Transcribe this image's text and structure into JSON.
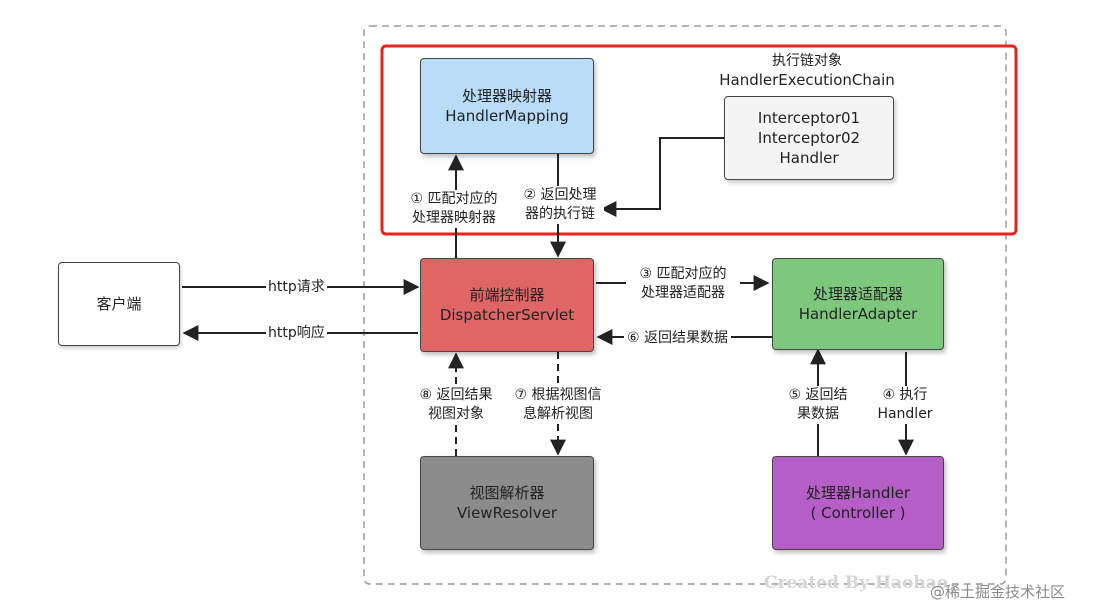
{
  "boxes": {
    "client": {
      "label": "客户端"
    },
    "handler_mapping": {
      "line1": "处理器映射器",
      "line2": "HandlerMapping"
    },
    "chain_title": {
      "line1": "执行链对象",
      "line2": "HandlerExecutionChain"
    },
    "chain": {
      "line1": "Interceptor01",
      "line2": "Interceptor02",
      "line3": "Handler"
    },
    "dispatcher": {
      "line1": "前端控制器",
      "line2": "DispatcherServlet"
    },
    "handler_adapter": {
      "line1": "处理器适配器",
      "line2": "HandlerAdapter"
    },
    "view_resolver": {
      "line1": "视图解析器",
      "line2": "ViewResolver"
    },
    "handler": {
      "line1": "处理器Handler",
      "line2": "( Controller )"
    }
  },
  "steps": {
    "s1": {
      "line1": "① 匹配对应的",
      "line2": "处理器映射器"
    },
    "s2": {
      "line1": "② 返回处理",
      "line2": "器的执行链"
    },
    "s3": {
      "line1": "③ 匹配对应的",
      "line2": "处理器适配器"
    },
    "s4": {
      "line1": "④ 执行",
      "line2": "Handler"
    },
    "s5": {
      "line1": "⑤ 返回结",
      "line2": "果数据"
    },
    "s6": {
      "label": "⑥ 返回结果数据"
    },
    "s7": {
      "line1": "⑦ 根据视图信",
      "line2": "息解析视图"
    },
    "s8": {
      "line1": "⑧ 返回结果",
      "line2": "视图对象"
    }
  },
  "http": {
    "request": "http请求",
    "response": "http响应"
  },
  "watermark": {
    "created": "Created By Haohao",
    "site": "@稀土掘金技术社区"
  },
  "colors": {
    "handler_mapping": "#b9dcf7",
    "chain": "#f4f4f4",
    "dispatcher": "#e06666",
    "handler_adapter": "#7ec87e",
    "view_resolver": "#8c8c8c",
    "handler": "#b45ec6",
    "highlight": "#e8231f"
  }
}
